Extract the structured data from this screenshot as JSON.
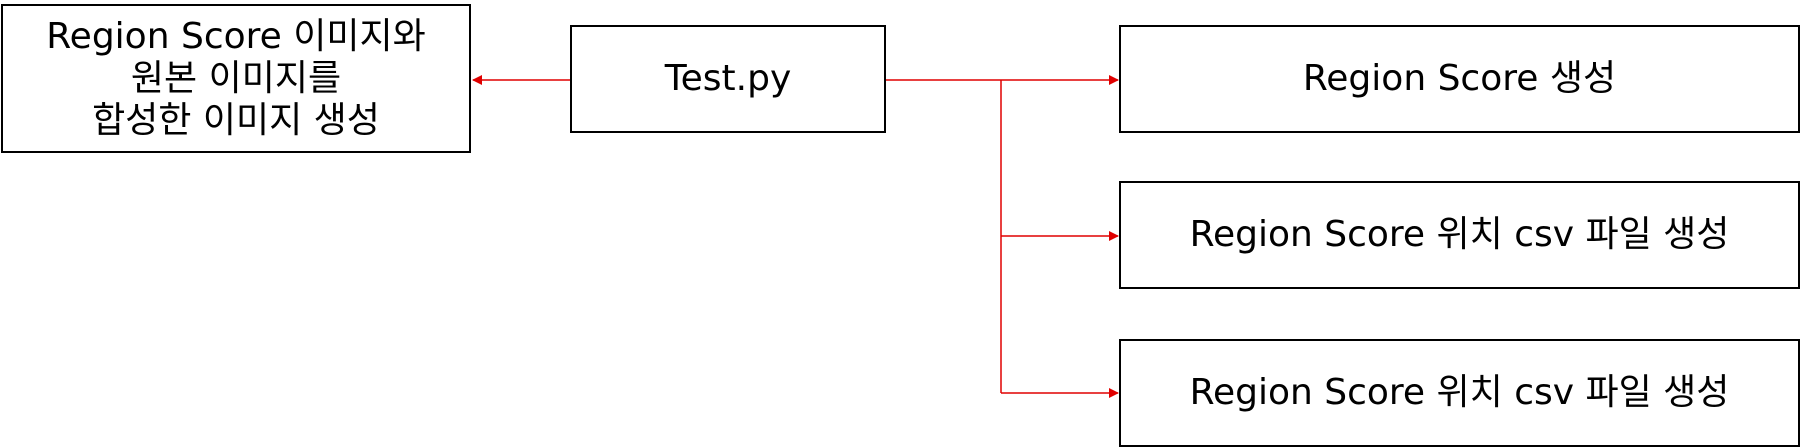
{
  "diagram": {
    "line_color": "#e00000",
    "nodes": {
      "composite": {
        "lines": [
          "Region Score 이미지와",
          "원본 이미지를",
          "합성한 이미지 생성"
        ]
      },
      "test": {
        "label": "Test.py"
      },
      "region_score": {
        "label": "Region Score 생성"
      },
      "csv_1": {
        "label": "Region Score 위치 csv 파일 생성"
      },
      "csv_2": {
        "label": "Region Score 위치 csv 파일 생성"
      }
    },
    "edges": [
      {
        "from": "test",
        "to": "composite"
      },
      {
        "from": "test",
        "to": "region_score"
      },
      {
        "from": "test",
        "to": "csv_1"
      },
      {
        "from": "test",
        "to": "csv_2"
      }
    ]
  }
}
